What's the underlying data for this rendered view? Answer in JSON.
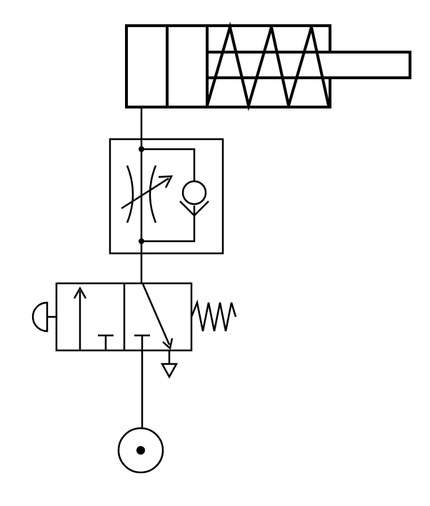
{
  "diagram": {
    "type": "pneumatic-circuit",
    "stroke_color": "#000000",
    "background_color": "#ffffff",
    "components": [
      {
        "id": "cylinder",
        "kind": "single-acting cylinder, spring return"
      },
      {
        "id": "flow-control",
        "kind": "one-way flow control valve (adjustable throttle + check valve)"
      },
      {
        "id": "directional-valve",
        "kind": "3/2 directional control valve, push-button actuated, spring return"
      },
      {
        "id": "exhaust",
        "kind": "exhaust port"
      },
      {
        "id": "pressure-source",
        "kind": "compressed air supply"
      }
    ],
    "connections": [
      [
        "pressure-source",
        "directional-valve"
      ],
      [
        "directional-valve",
        "flow-control"
      ],
      [
        "flow-control",
        "cylinder"
      ],
      [
        "directional-valve",
        "exhaust"
      ]
    ]
  }
}
